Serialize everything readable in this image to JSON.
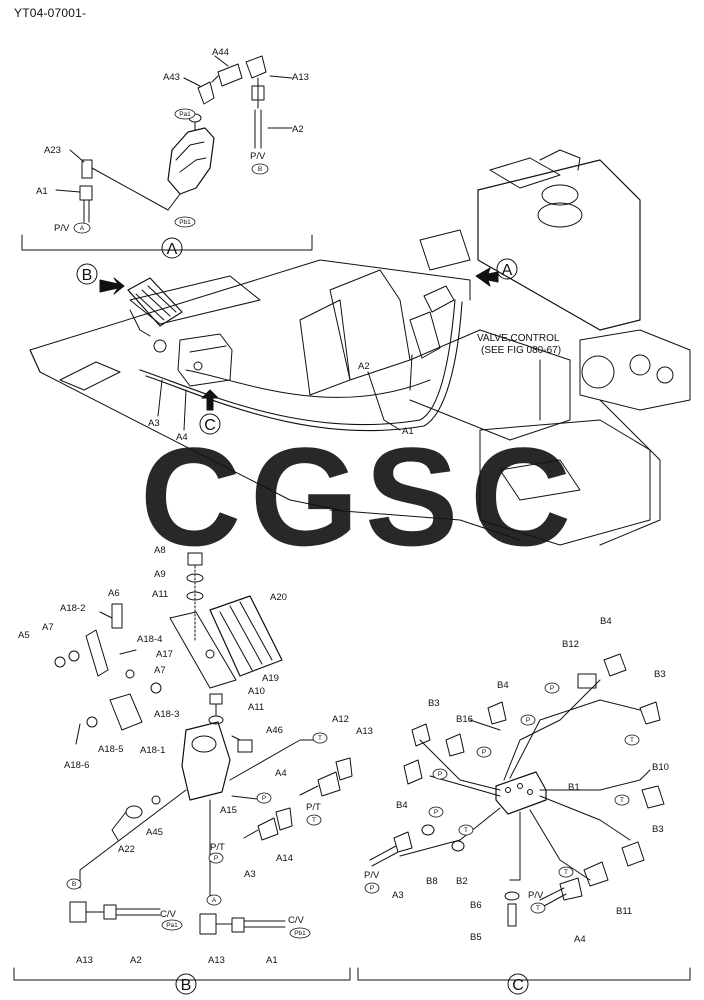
{
  "doc_code": "YT04-07001-",
  "note": {
    "line1": "VALVE,CONTROL",
    "line2": "(SEE FIG 080-67)"
  },
  "watermark": {
    "letters": [
      "C",
      "G",
      "S",
      "C"
    ],
    "colors": [
      "#4f86f7",
      "#f26b6b",
      "#f7cd44",
      "#3aa06a"
    ]
  },
  "detail_letters": {
    "a": "A",
    "b": "B",
    "c": "C"
  },
  "labels": {
    "p": "P",
    "t": "T",
    "pv": "P/V",
    "pt": "P/T",
    "cv": "C/V",
    "pa1": "Pa1",
    "pb1": "Pb1",
    "a1": "A1",
    "a2": "A2",
    "a3": "A3",
    "a4": "A4",
    "a5": "A5",
    "a6": "A6",
    "a7": "A7",
    "a8": "A8",
    "a9": "A9",
    "a10": "A10",
    "a11": "A11",
    "a12": "A12",
    "a13": "A13",
    "a14": "A14",
    "a15": "A15",
    "a17": "A17",
    "a18_1": "A18-1",
    "a18_2": "A18-2",
    "a18_3": "A18-3",
    "a18_4": "A18-4",
    "a18_5": "A18-5",
    "a18_6": "A18-6",
    "a19": "A19",
    "a20": "A20",
    "a22": "A22",
    "a23": "A23",
    "a43": "A43",
    "a44": "A44",
    "a45": "A45",
    "a46": "A46",
    "b1": "B1",
    "b2": "B2",
    "b3": "B3",
    "b4": "B4",
    "b5": "B5",
    "b6": "B6",
    "b8": "B8",
    "b10": "B10",
    "b11": "B11",
    "b12": "B12",
    "b16": "B16"
  }
}
